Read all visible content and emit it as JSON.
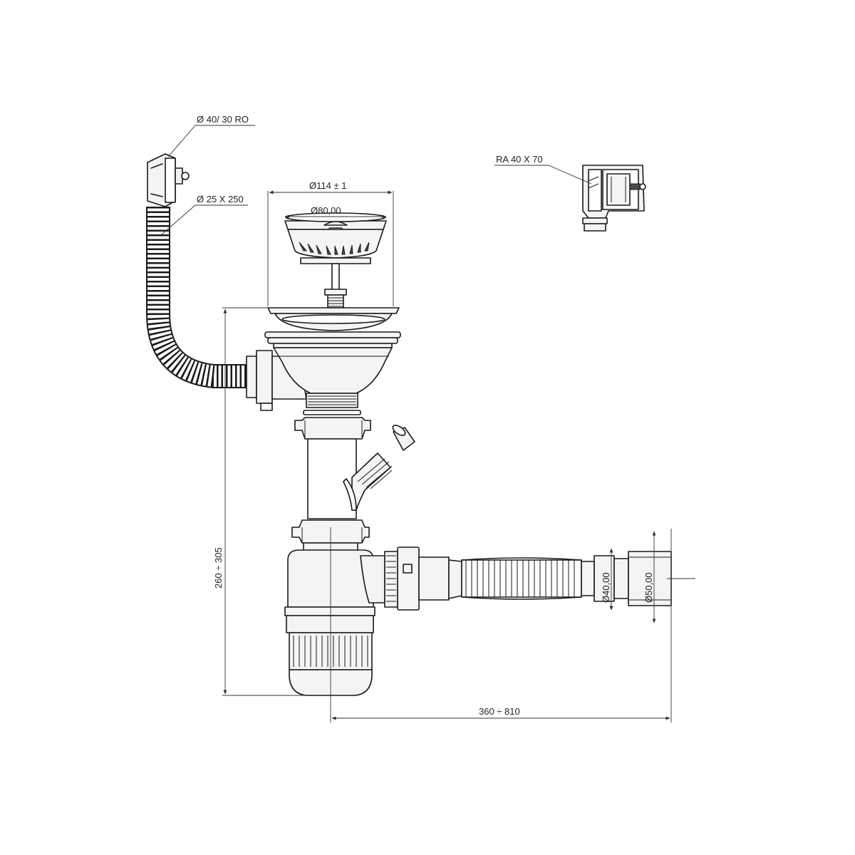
{
  "labels": {
    "overflow_diameter": "Ø 40/ 30 RO",
    "overflow_hose": "Ø 25 X 250",
    "flange_diameter": "Ø114 ± 1",
    "basket_diameter": "Ø80,00",
    "overflow_adapter": "RA 40 X 70",
    "height_range": "260 ÷ 305",
    "length_range": "360 ÷ 810",
    "outlet_diameter_small": "Ø40,00",
    "outlet_diameter_large": "Ø50,00"
  },
  "colors": {
    "line": "#1a1a1a",
    "part_fill": "#f4f4f4",
    "background": "#ffffff"
  }
}
